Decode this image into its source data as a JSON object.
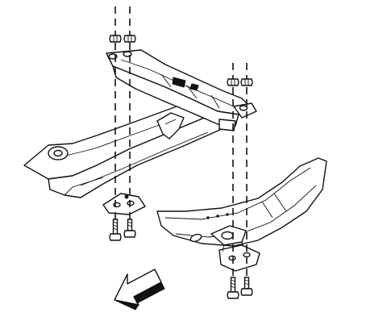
{
  "figure": {
    "background": "#ffffff",
    "ink": "#111111",
    "components": [
      "crossmember",
      "left-frame-rail",
      "right-frame-rail",
      "left-mount-bracket",
      "right-mount-bracket",
      "upper-nut",
      "lower-bolt",
      "alignment-centerline",
      "direction-arrow"
    ]
  }
}
